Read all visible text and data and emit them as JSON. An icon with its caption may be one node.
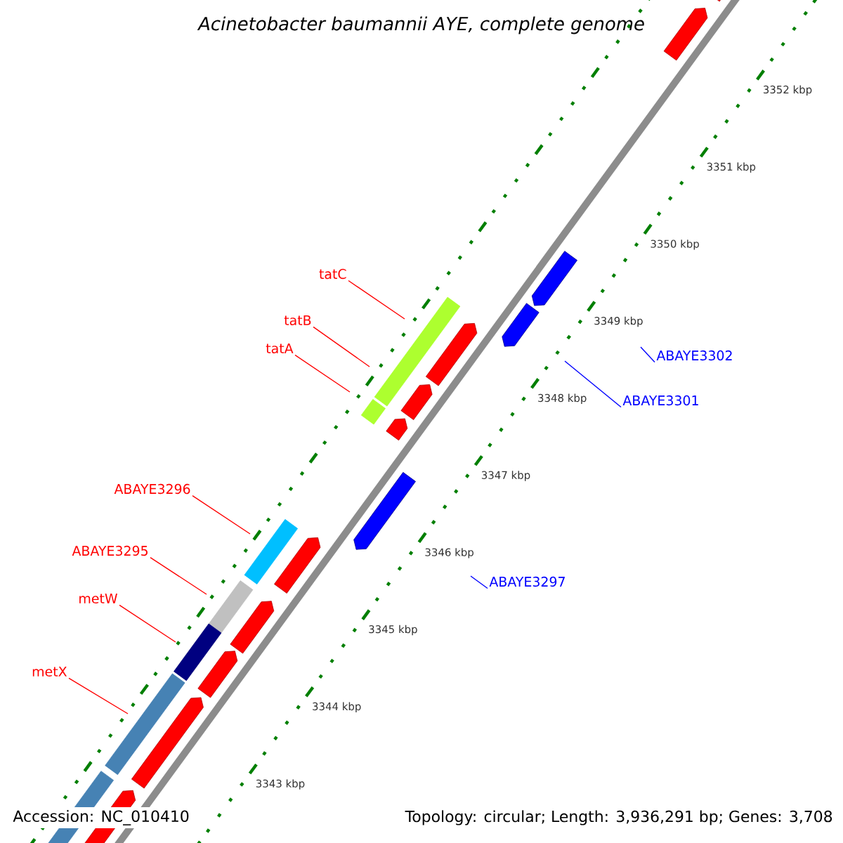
{
  "diagram": {
    "title": "Acinetobacter baumannii AYE, complete genome",
    "nodes": [
      {
        "text": [
          "tatC"
        ]
      },
      {
        "text": [
          "tatB"
        ]
      },
      {
        "text": [
          "tatA"
        ]
      },
      {
        "text": [
          "ABAYE3302"
        ]
      },
      {
        "text": [
          "ABAYE3301"
        ]
      },
      {
        "text": [
          "ABAYE3296"
        ]
      },
      {
        "text": [
          "ABAYE3295"
        ]
      },
      {
        "text": [
          "ABAYE3297"
        ]
      },
      {
        "text": [
          "metW"
        ]
      },
      {
        "text": [
          "metX"
        ]
      }
    ],
    "edges": [
      {
        "from": 0,
        "to": null,
        "arrow": "none"
      },
      {
        "from": 1,
        "to": null,
        "arrow": "none"
      },
      {
        "from": 2,
        "to": null,
        "arrow": "none"
      },
      {
        "from": 3,
        "to": null,
        "arrow": "none",
        "color": "#0000ff"
      },
      {
        "from": 4,
        "to": null,
        "arrow": "none",
        "color": "#0000ff"
      },
      {
        "from": 5,
        "to": null,
        "arrow": "none"
      },
      {
        "from": 6,
        "to": null,
        "arrow": "none"
      },
      {
        "from": 7,
        "to": null,
        "arrow": "none",
        "color": "#0000ff"
      },
      {
        "from": 8,
        "to": null,
        "arrow": "none"
      },
      {
        "from": 9,
        "to": null,
        "arrow": "none"
      }
    ],
    "labels": [
      "3352 kbp",
      "3351 kbp",
      "3350 kbp",
      "3349 kbp",
      "3348 kbp",
      "3347 kbp",
      "3346 kbp",
      "3345 kbp",
      "3344 kbp",
      "3343 kbp",
      "Accession: NC_010410",
      "Topology: circular; Length: 3,936,291 bp; Genes: 3,708"
    ]
  }
}
